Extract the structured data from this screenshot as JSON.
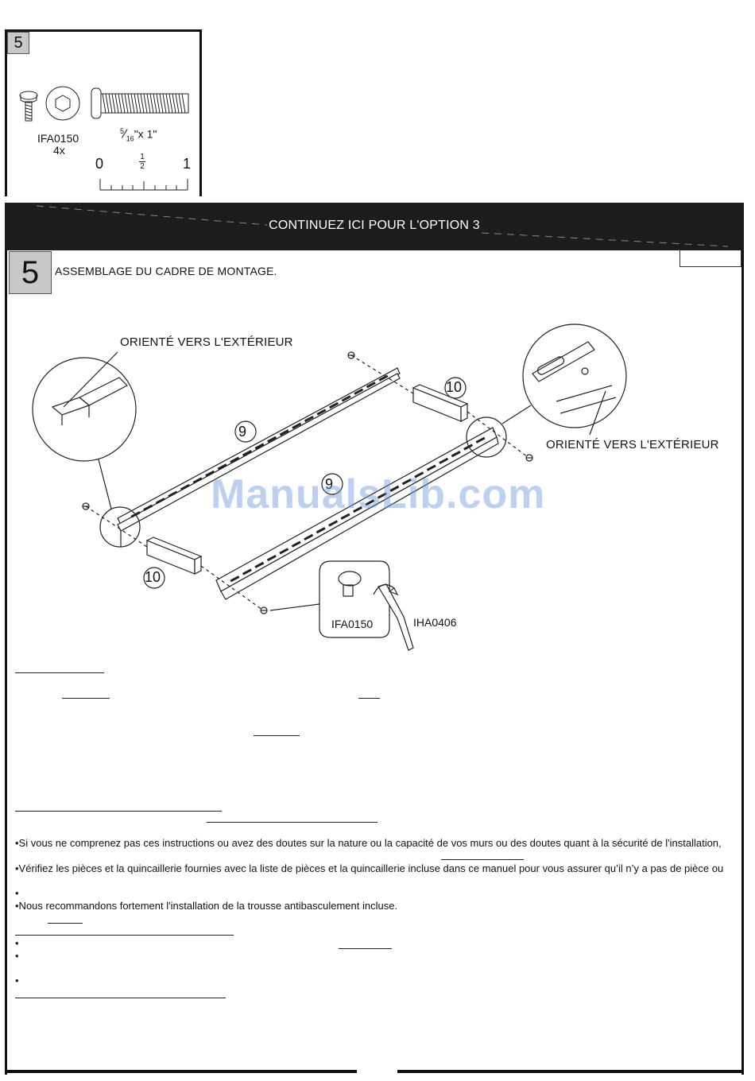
{
  "hardware_box": {
    "step_number": "5",
    "part_code": "IFA0150",
    "quantity": "4x",
    "size_num": "5",
    "size_den": "16",
    "size_rest": "\"x 1\"",
    "scale_zero": "0",
    "scale_half_num": "1",
    "scale_half_den": "2",
    "scale_one": "1"
  },
  "banner": {
    "text": "CONTINUEZ ICI POUR L'OPTION 3"
  },
  "step": {
    "number": "5",
    "title": "ASSEMBLAGE DU CADRE DE MONTAGE."
  },
  "diagram": {
    "callout_left": "ORIENTÉ VERS L'EXTÉRIEUR",
    "callout_right": "ORIENTÉ VERS L'EXTÉRIEUR",
    "part_9": "9",
    "part_10": "10",
    "screw_code": "IFA0150",
    "wrench_code": "IHA0406"
  },
  "watermark": "ManualsLib.com",
  "notes": {
    "line1": "•Si vous ne comprenez pas ces instructions ou avez des doutes sur la nature ou la capacité de vos murs ou des doutes quant à la sécurité de l'installation,",
    "line2": "•Vérifiez les pièces et la quincaillerie fournies avec la liste de pièces et la quincaillerie incluse dans ce manuel pour vous assurer qu’il n’y a pas de pièce ou",
    "bullet_empty": "•",
    "line3": "•Nous recommandons fortement l'installation de la trousse antibasculement incluse."
  }
}
